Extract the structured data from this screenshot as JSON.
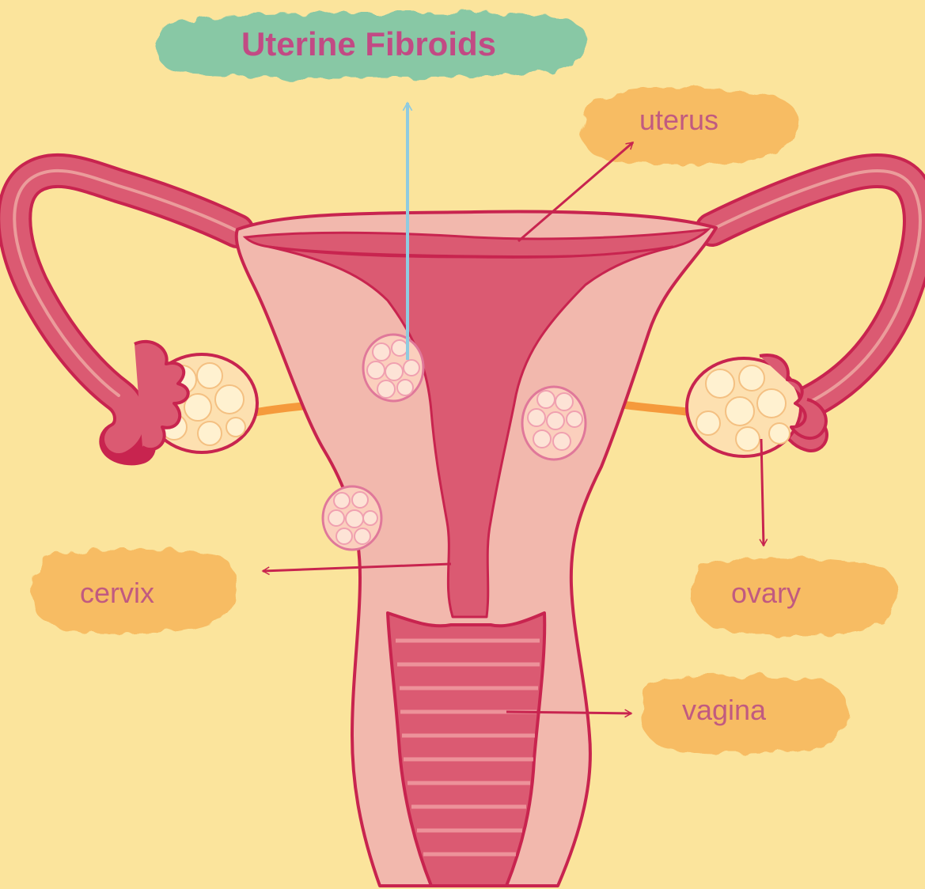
{
  "title": "Uterine Fibroids",
  "labels": {
    "uterus": "uterus",
    "cervix": "cervix",
    "ovary": "ovary",
    "vagina": "vagina"
  },
  "colors": {
    "background": "#fbe49c",
    "title_blob": "#7cc5a6",
    "label_blob": "#f7b65a",
    "tissue_light": "#f2b8ad",
    "tissue_dark": "#db5a72",
    "outline": "#c8244f",
    "ovary_fill": "#fde0b0",
    "fibroid_fill": "#fbcfbd",
    "fibroid_outline": "#e0789a",
    "label_text": "#c15a80",
    "title_text": "#c24a84",
    "title_arrow": "#8fcbe0",
    "arrow": "#c8244f"
  }
}
